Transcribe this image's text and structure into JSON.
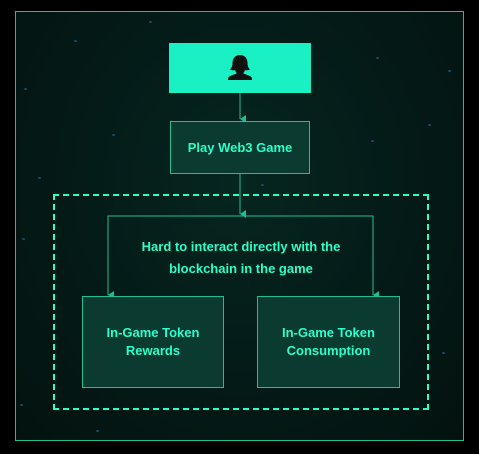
{
  "diagram": {
    "user_icon": "user-silhouette-icon",
    "play_node": {
      "label": "Play Web3 Game"
    },
    "middle_note": {
      "text": "Hard to interact directly with the blockchain in the game"
    },
    "rewards_node": {
      "label": "In-Game Token Rewards"
    },
    "consumption_node": {
      "label": "In-Game Token Consumption"
    }
  },
  "colors": {
    "accent": "#19f0c3",
    "text": "#2bffc9",
    "node_fill": "#0a3a30",
    "border": "#1fbf95",
    "background": "#041a17"
  }
}
